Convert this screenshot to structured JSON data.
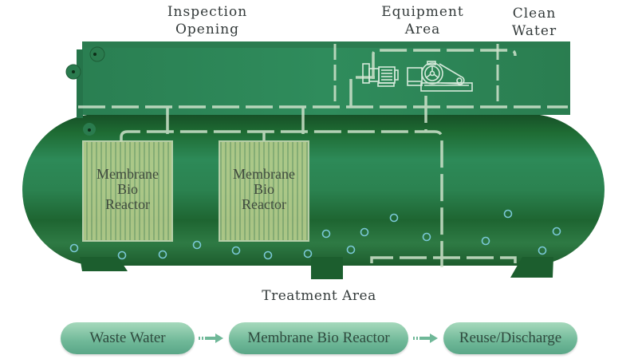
{
  "labels": {
    "inspection_opening": [
      "Inspection",
      "Opening"
    ],
    "equipment_area": [
      "Equipment",
      "Area"
    ],
    "clean_water": [
      "Clean",
      "Water"
    ],
    "treatment_area": "Treatment Area"
  },
  "reactors": [
    {
      "lines": [
        "Membrane",
        "Bio",
        "Reactor"
      ]
    },
    {
      "lines": [
        "Membrane",
        "Bio",
        "Reactor"
      ]
    }
  ],
  "flow": {
    "steps": [
      "Waste Water",
      "Membrane Bio Reactor",
      "Reuse/Discharge"
    ]
  },
  "colors": {
    "tank_green": "#1f6b34",
    "box_green": "#2f8a5a",
    "pipe": "#cfe3cc",
    "bubble": "#7ac8d6",
    "pill": "#76bd9c"
  }
}
